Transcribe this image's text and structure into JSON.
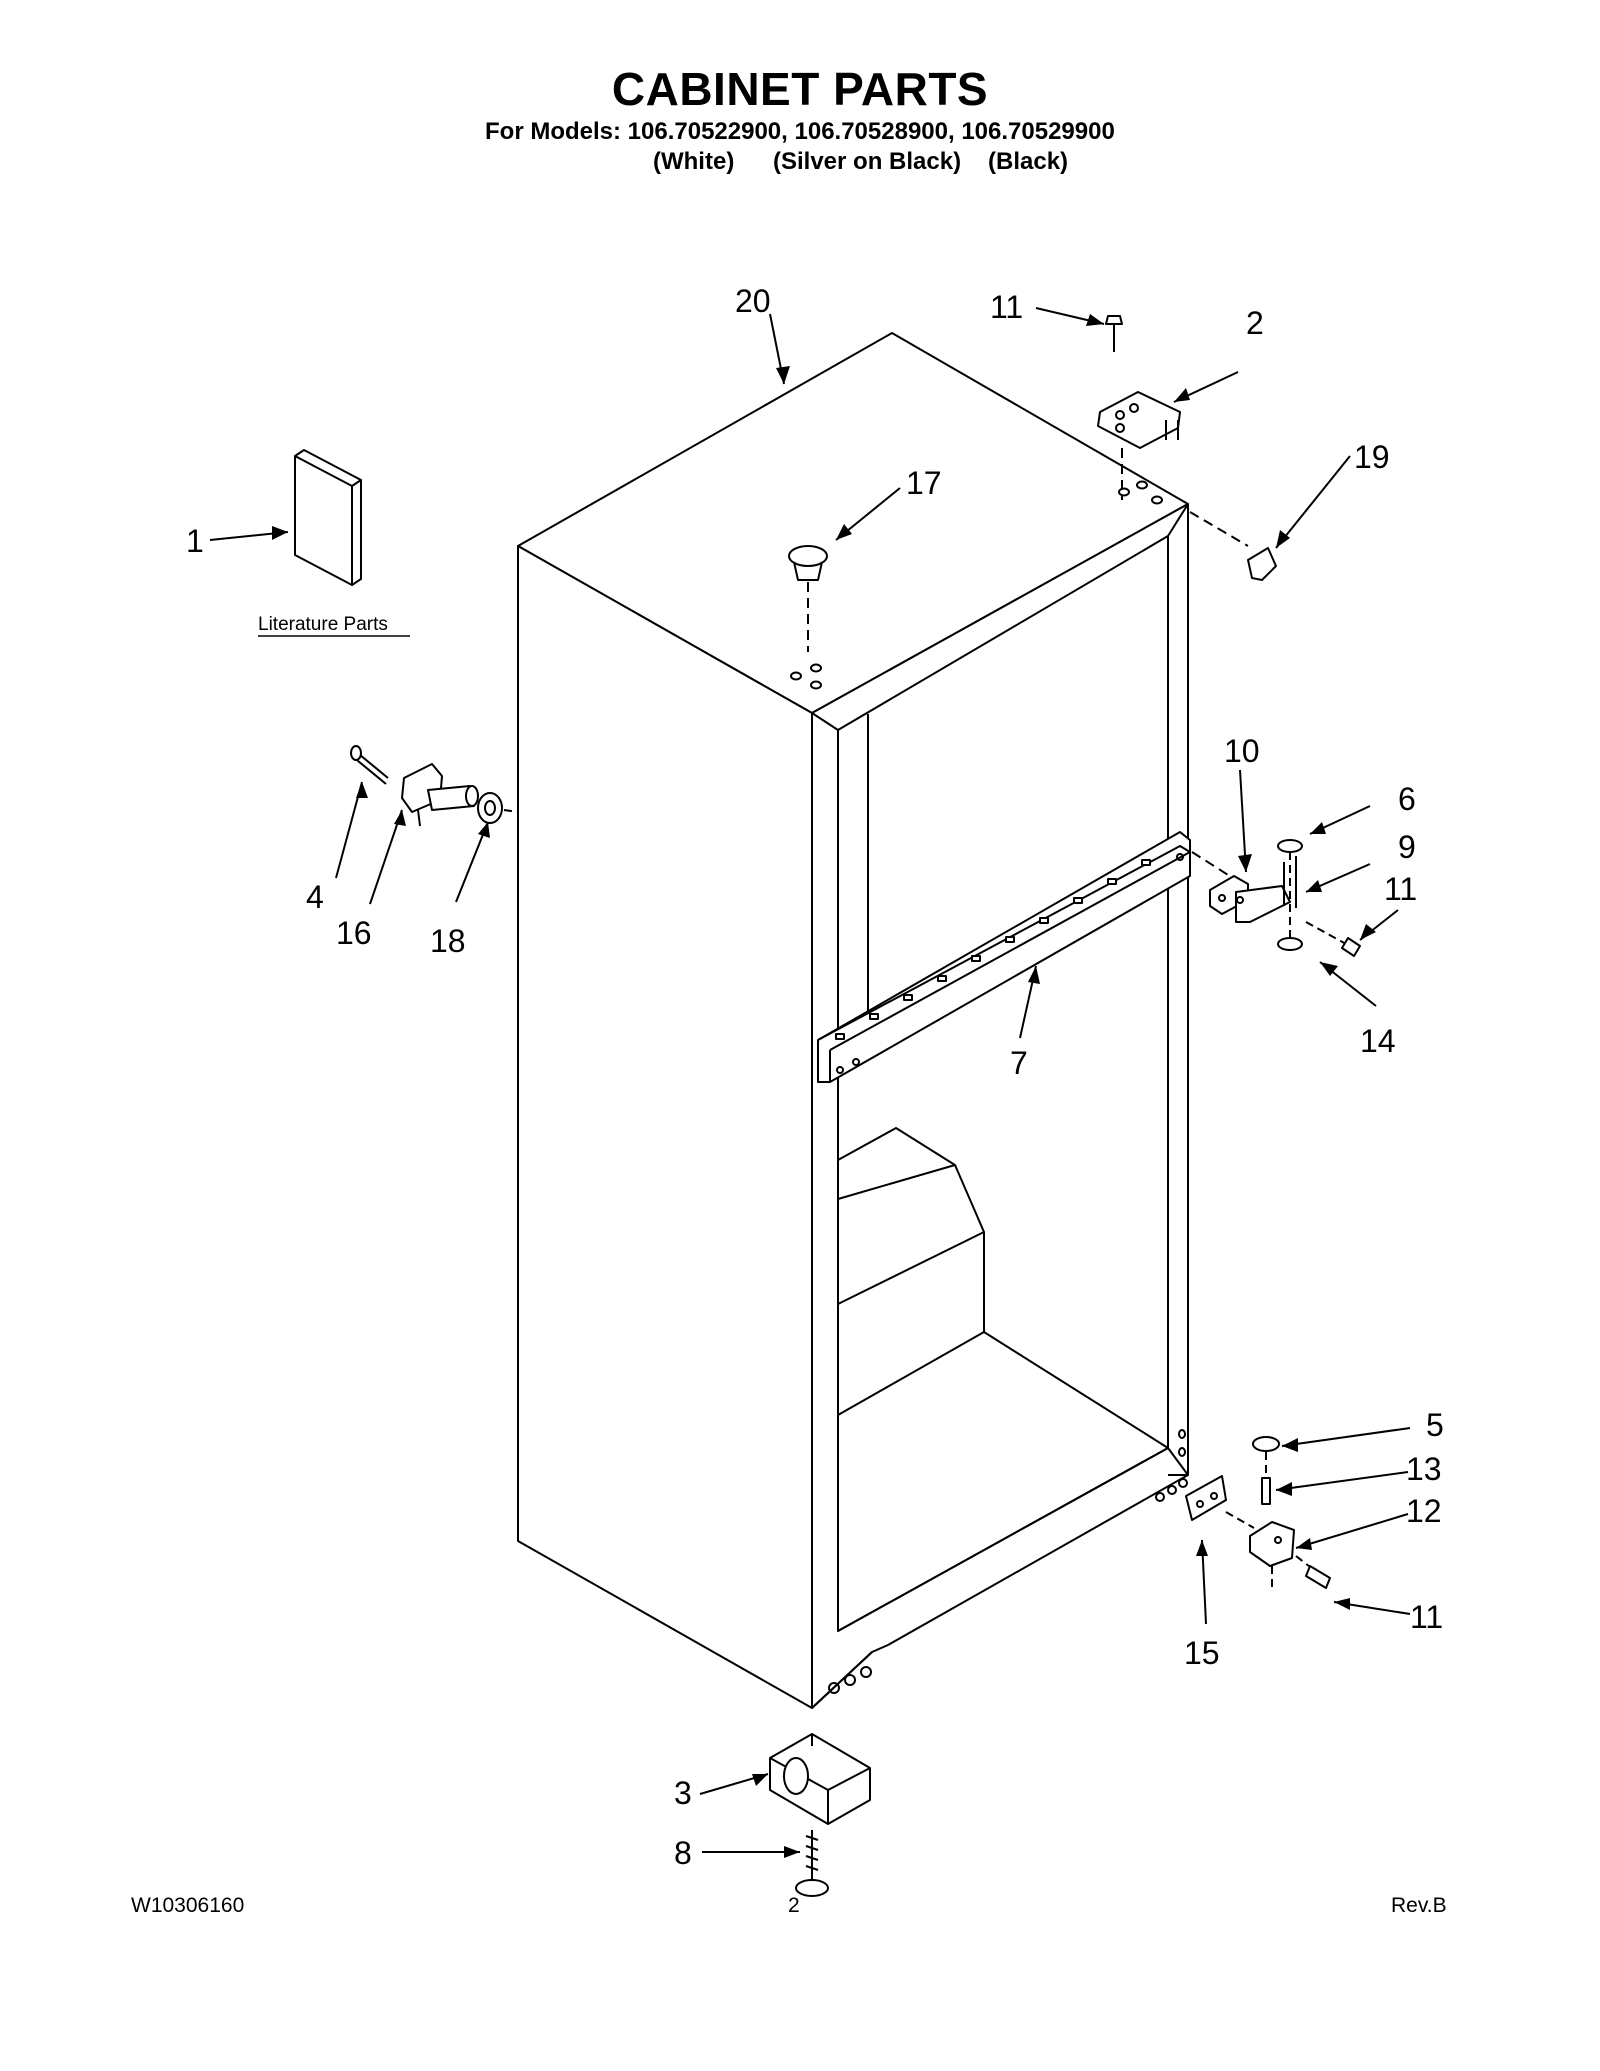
{
  "header": {
    "title": "CABINET PARTS",
    "models_line": "For Models: 106.70522900, 106.70528900, 106.70529900",
    "variants": [
      "(White)",
      "(Silver on Black)",
      "(Black)"
    ]
  },
  "literature_label": "Literature Parts",
  "callouts": [
    "20",
    "11",
    "2",
    "19",
    "17",
    "1",
    "10",
    "6",
    "9",
    "11",
    "14",
    "4",
    "16",
    "18",
    "7",
    "5",
    "13",
    "12",
    "11",
    "15",
    "3",
    "8"
  ],
  "footer": {
    "doc_number": "W10306160",
    "page": "2",
    "revision": "Rev.B"
  }
}
